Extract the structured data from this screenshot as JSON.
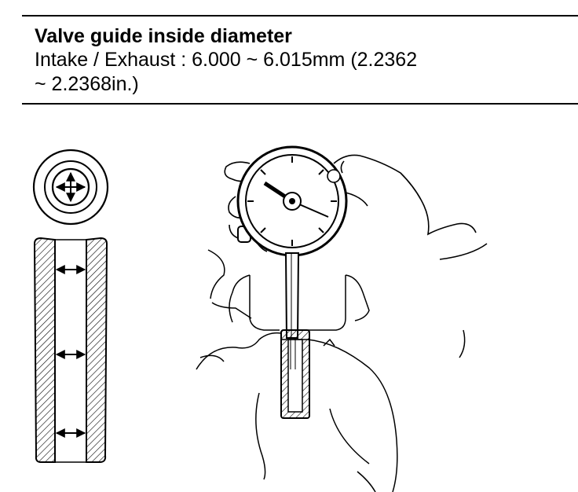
{
  "spec": {
    "title": "Valve guide inside diameter",
    "line1": "Intake / Exhaust : 6.000 ~ 6.015mm (2.2362",
    "line2": "~ 2.2368in.)"
  }
}
